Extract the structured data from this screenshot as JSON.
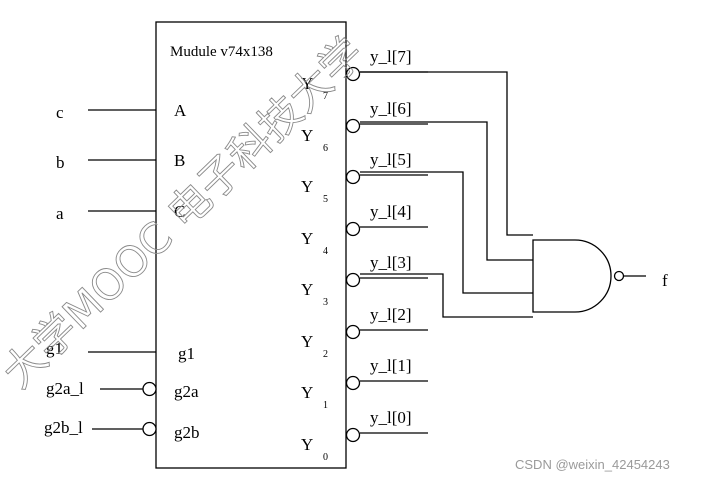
{
  "module": {
    "title": "Mudule v74x138",
    "inputs": [
      "A",
      "B",
      "C"
    ],
    "enables": [
      "g1",
      "g2a",
      "g2b"
    ],
    "output_letter": "Y",
    "output_indices": [
      "7",
      "6",
      "5",
      "4",
      "3",
      "2",
      "1",
      "0"
    ]
  },
  "signals": {
    "inputs": [
      "c",
      "b",
      "a"
    ],
    "enables": [
      "g1",
      "g2a_l",
      "g2b_l"
    ],
    "outputs": [
      "y_l[7]",
      "y_l[6]",
      "y_l[5]",
      "y_l[4]",
      "y_l[3]",
      "y_l[2]",
      "y_l[1]",
      "y_l[0]"
    ]
  },
  "gate": {
    "output_label": "f"
  },
  "watermark": {
    "text": "大学MOOC 电子科技大学",
    "credit": "CSDN @weixin_42454243"
  }
}
